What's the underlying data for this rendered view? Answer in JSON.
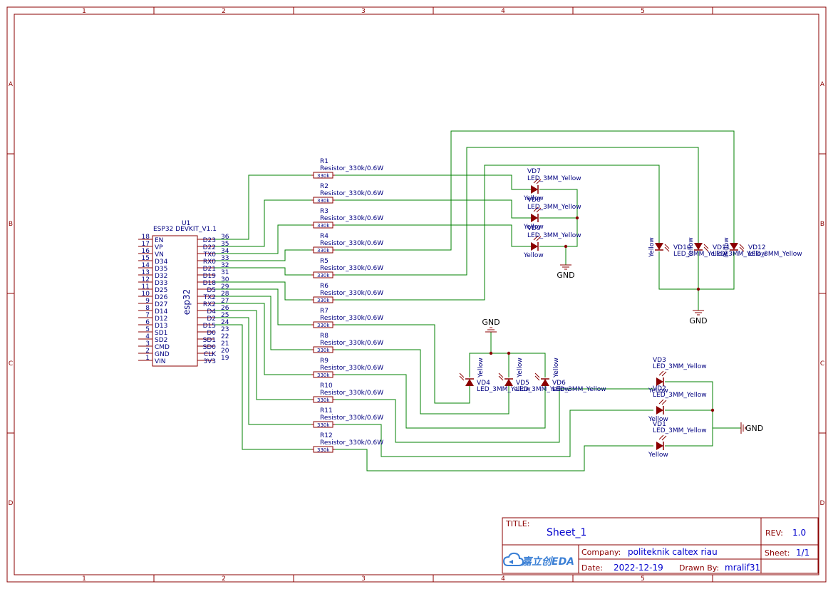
{
  "frame": {
    "columns": [
      "1",
      "2",
      "3",
      "4",
      "5"
    ],
    "rows": [
      "A",
      "B",
      "C",
      "D"
    ]
  },
  "title_block": {
    "title_label": "TITLE:",
    "title": "Sheet_1",
    "rev_label": "REV:",
    "rev": "1.0",
    "company_label": "Company:",
    "company": "politeknik caltex riau",
    "sheet_label": "Sheet:",
    "sheet": "1/1",
    "date_label": "Date:",
    "date": "2022-12-19",
    "drawn_label": "Drawn By:",
    "drawn_by": "mralif31",
    "logo_text": "嘉立创EDA"
  },
  "mcu": {
    "ref": "U1",
    "value": "ESP32 DEVKIT_V1.1",
    "body_label": "esp32",
    "left_pins": [
      {
        "num": "18",
        "name": "EN"
      },
      {
        "num": "17",
        "name": "VP"
      },
      {
        "num": "16",
        "name": "VN"
      },
      {
        "num": "15",
        "name": "D34"
      },
      {
        "num": "14",
        "name": "D35"
      },
      {
        "num": "13",
        "name": "D32"
      },
      {
        "num": "12",
        "name": "D33"
      },
      {
        "num": "11",
        "name": "D25"
      },
      {
        "num": "10",
        "name": "D26"
      },
      {
        "num": "9",
        "name": "D27"
      },
      {
        "num": "8",
        "name": "D14"
      },
      {
        "num": "7",
        "name": "D12"
      },
      {
        "num": "6",
        "name": "D13"
      },
      {
        "num": "5",
        "name": "SD1"
      },
      {
        "num": "4",
        "name": "SD2"
      },
      {
        "num": "3",
        "name": "CMD"
      },
      {
        "num": "2",
        "name": "GND"
      },
      {
        "num": "1",
        "name": "VIN"
      }
    ],
    "right_pins": [
      {
        "num": "36",
        "name": "D23"
      },
      {
        "num": "35",
        "name": "D22"
      },
      {
        "num": "34",
        "name": "TX0"
      },
      {
        "num": "33",
        "name": "RX0"
      },
      {
        "num": "32",
        "name": "D21"
      },
      {
        "num": "31",
        "name": "D19"
      },
      {
        "num": "30",
        "name": "D18"
      },
      {
        "num": "29",
        "name": "D5"
      },
      {
        "num": "28",
        "name": "TX2"
      },
      {
        "num": "27",
        "name": "RX2"
      },
      {
        "num": "26",
        "name": "D4"
      },
      {
        "num": "25",
        "name": "D2"
      },
      {
        "num": "24",
        "name": "D15"
      },
      {
        "num": "23",
        "name": "D0"
      },
      {
        "num": "22",
        "name": "SD1"
      },
      {
        "num": "21",
        "name": "SD0"
      },
      {
        "num": "20",
        "name": "CLK"
      },
      {
        "num": "19",
        "name": "3V3"
      }
    ]
  },
  "resistors": [
    {
      "ref": "R1",
      "value": "Resistor_330k/0.6W",
      "body": "330k"
    },
    {
      "ref": "R2",
      "value": "Resistor_330k/0.6W",
      "body": "330k"
    },
    {
      "ref": "R3",
      "value": "Resistor_330k/0.6W",
      "body": "330k"
    },
    {
      "ref": "R4",
      "value": "Resistor_330k/0.6W",
      "body": "330k"
    },
    {
      "ref": "R5",
      "value": "Resistor_330k/0.6W",
      "body": "330k"
    },
    {
      "ref": "R6",
      "value": "Resistor_330k/0.6W",
      "body": "330k"
    },
    {
      "ref": "R7",
      "value": "Resistor_330k/0.6W",
      "body": "330k"
    },
    {
      "ref": "R8",
      "value": "Resistor_330k/0.6W",
      "body": "330k"
    },
    {
      "ref": "R9",
      "value": "Resistor_330k/0.6W",
      "body": "330k"
    },
    {
      "ref": "R10",
      "value": "Resistor_330k/0.6W",
      "body": "330k"
    },
    {
      "ref": "R11",
      "value": "Resistor_330k/0.6W",
      "body": "330k"
    },
    {
      "ref": "R12",
      "value": "Resistor_330k/0.6W",
      "body": "330k"
    }
  ],
  "leds": [
    {
      "ref": "VD1",
      "value": "LED_3MM_Yellow",
      "color": "Yellow"
    },
    {
      "ref": "VD2",
      "value": "LED_3MM_Yellow",
      "color": "Yellow"
    },
    {
      "ref": "VD3",
      "value": "LED_3MM_Yellow",
      "color": "Yellow"
    },
    {
      "ref": "VD4",
      "value": "LED_3MM_Yellow",
      "color": "Yellow"
    },
    {
      "ref": "VD5",
      "value": "LED_3MM_Yellow",
      "color": "Yellow"
    },
    {
      "ref": "VD6",
      "value": "LED_3MM_Yellow",
      "color": "Yellow"
    },
    {
      "ref": "VD7",
      "value": "LED_3MM_Yellow",
      "color": "Yellow"
    },
    {
      "ref": "VD8",
      "value": "LED_3MM_Yellow",
      "color": "Yellow"
    },
    {
      "ref": "VD9",
      "value": "LED_3MM_Yellow",
      "color": "Yellow"
    },
    {
      "ref": "VD10",
      "value": "LED_3MM_Yellow",
      "color": "Yellow"
    },
    {
      "ref": "VD11",
      "value": "LED_3MM_Yellow",
      "color": "Yellow"
    },
    {
      "ref": "VD12",
      "value": "LED_3MM_Yellow",
      "color": "Yellow"
    }
  ],
  "gnd_label": "GND",
  "colors": {
    "frame": "#8b0000",
    "wire": "#008000",
    "symbol": "#8b0000",
    "text": "#000080"
  }
}
